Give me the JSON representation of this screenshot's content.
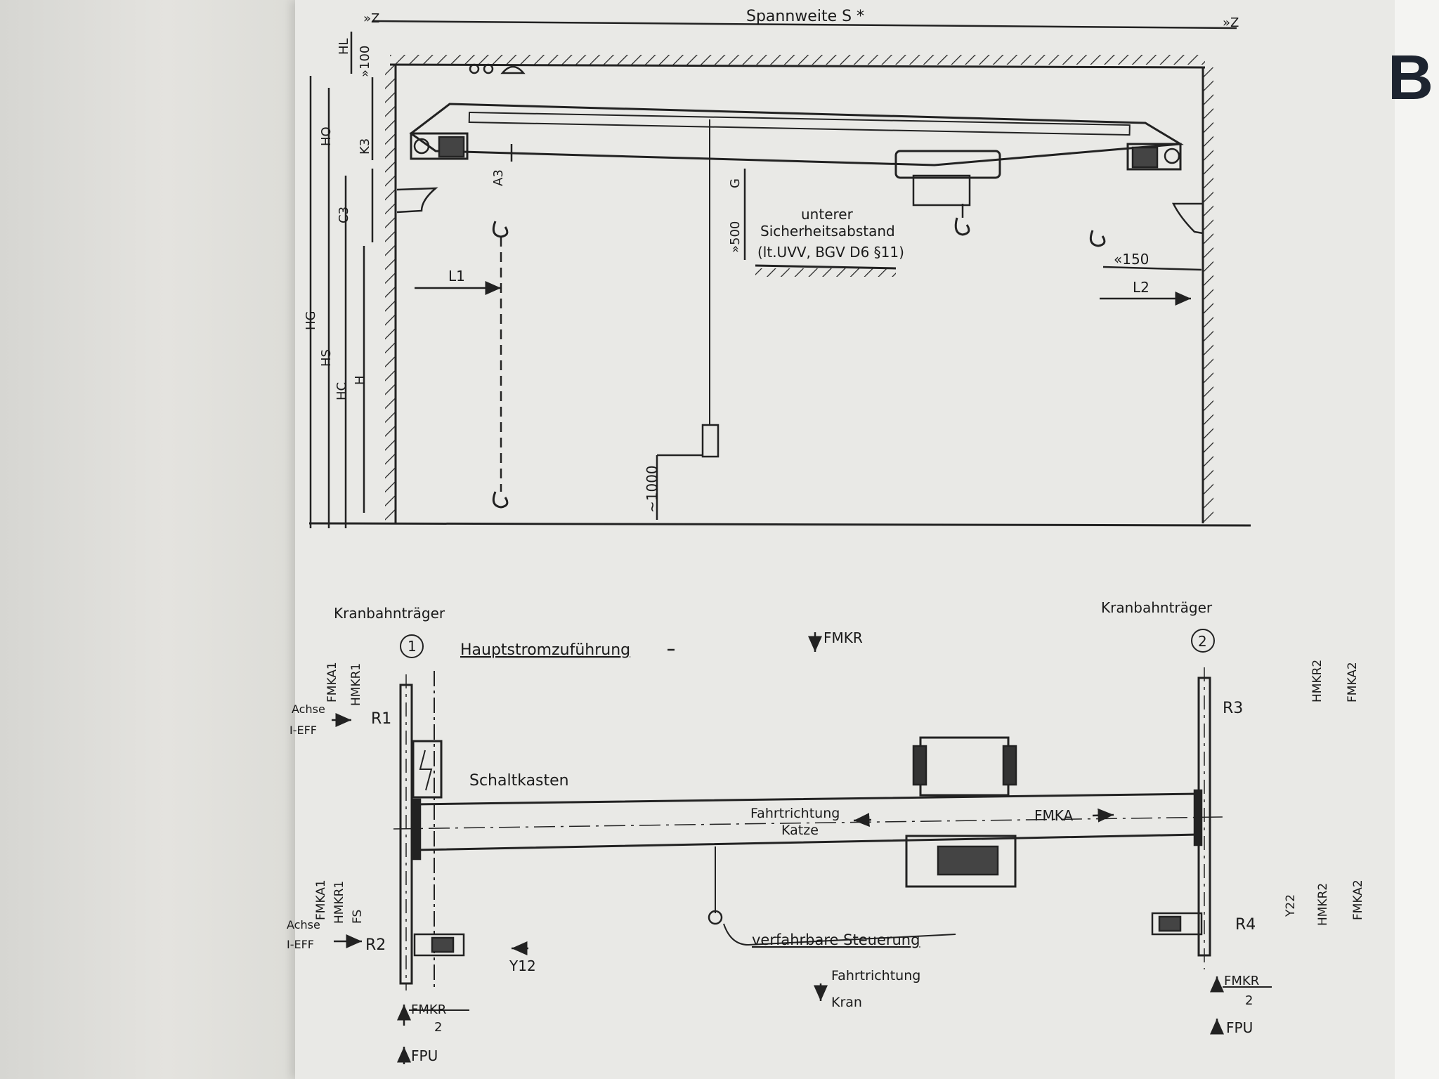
{
  "brand": "B",
  "elevation": {
    "span_label": "Spannweite S *",
    "z_left": "»Z",
    "z_right": "»Z",
    "hl": "HL",
    "min100": "»100",
    "ho": "HO",
    "k3": "K3",
    "a3": "A3",
    "c3": "C3",
    "g": "G",
    "min500": "»500",
    "safety_line1": "unterer",
    "safety_line2": "Sicherheitsabstand",
    "safety_line3": "(lt.UVV, BGV D6 §11)",
    "max150": "«150",
    "l1": "L1",
    "l2": "L2",
    "hg": "HG",
    "hs": "HS",
    "hc": "HC",
    "h": "H",
    "approx1000": "~1000"
  },
  "plan": {
    "runway_left": "Kranbahnträger",
    "runway_right": "Kranbahnträger",
    "num1": "1",
    "num2": "2",
    "main_power": "Hauptstromzuführung",
    "fmkr_top": "FMKR",
    "fmka1_a": "FMKA1",
    "hmkr1_a": "HMKR1",
    "axis_top": "Achse",
    "eff_top": "I-EFF",
    "r1": "R1",
    "r2": "R2",
    "r3": "R3",
    "r4": "R4",
    "hmkr2_a": "HMKR2",
    "fmka2_a": "FMKA2",
    "switch_box": "Schaltkasten",
    "travel_trolley_1": "Fahrtrichtung",
    "travel_trolley_2": "Katze",
    "fmka": "FMKA",
    "fmka1_b": "FMKA1",
    "hmkr1_b": "HMKR1",
    "fs": "FS",
    "axis_bot": "Achse",
    "eff_bot": "I-EFF",
    "y12": "Y12",
    "y22": "Y22",
    "hmkr2_b": "HMKR2",
    "fmka2_b": "FMKA2",
    "mobile_control": "verfahrbare Steuerung",
    "travel_crane_1": "Fahrtrichtung",
    "travel_crane_2": "Kran",
    "fmkr_left": "FMKR",
    "fmkr_left_div": "2",
    "fpu_left": "FPU",
    "fmkr_right": "FMKR",
    "fmkr_right_div": "2",
    "fpu_right": "FPU"
  },
  "ghost_text": []
}
